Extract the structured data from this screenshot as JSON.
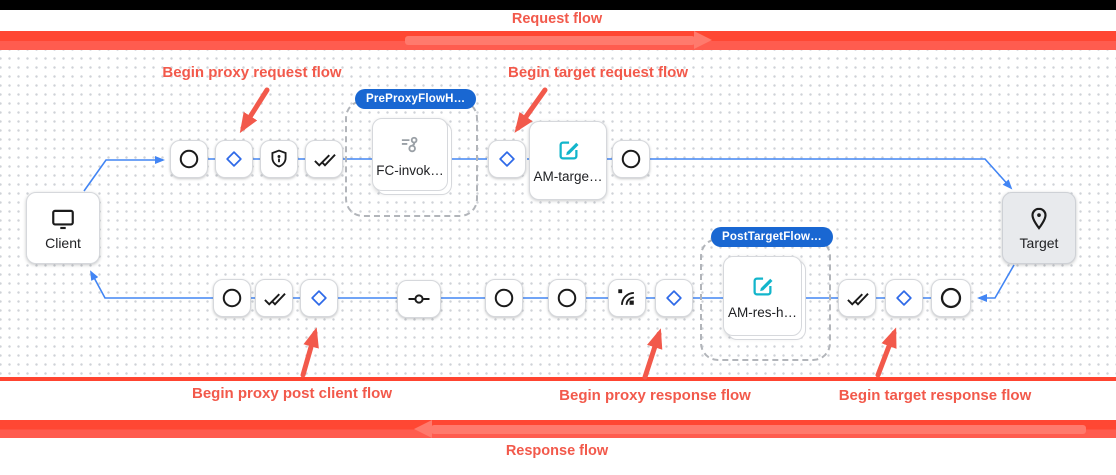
{
  "labels": {
    "request_flow": "Request flow",
    "response_flow": "Response flow",
    "begin_proxy_request": "Begin proxy request flow",
    "begin_target_request": "Begin target request flow",
    "begin_proxy_post_client": "Begin proxy post client flow",
    "begin_proxy_response": "Begin proxy response flow",
    "begin_target_response": "Begin target response flow"
  },
  "nodes": {
    "client": "Client",
    "target": "Target",
    "pre_proxy_flow_badge": "PreProxyFlowH…",
    "post_target_flow_badge": "PostTargetFlow…",
    "fc_invoke_step": "FC-invok…",
    "am_target_step": "AM-targe…",
    "am_response_step": "AM-res-h…"
  },
  "icons": {
    "client": "monitor-icon",
    "target": "place-pin-icon",
    "request_row_steps": [
      "circle-step-icon",
      "diamond-flow-icon",
      "shield-auth-icon",
      "done-all-icon",
      "flow-callout-icon",
      "diamond-flow-icon",
      "edit-message-icon",
      "circle-step-icon"
    ],
    "response_row_steps": [
      "circle-step-icon",
      "done-all-icon",
      "diamond-flow-icon",
      "commit-node-icon",
      "circle-step-icon",
      "circle-step-icon",
      "broadcast-icon",
      "diamond-flow-icon",
      "edit-message-icon",
      "done-all-icon",
      "diamond-flow-icon",
      "circle-step-icon"
    ]
  },
  "colors": {
    "flow_line_blue": "#4285f4",
    "badge_blue": "#1967d2",
    "edit_icon_cyan": "#12b5cb",
    "annotation_red": "#f2594b",
    "band_red": "#ff4733",
    "band_red_light": "#ff5c4f",
    "band_arrow": "#ff7a6d",
    "target_node_fill": "#e8eaed"
  }
}
